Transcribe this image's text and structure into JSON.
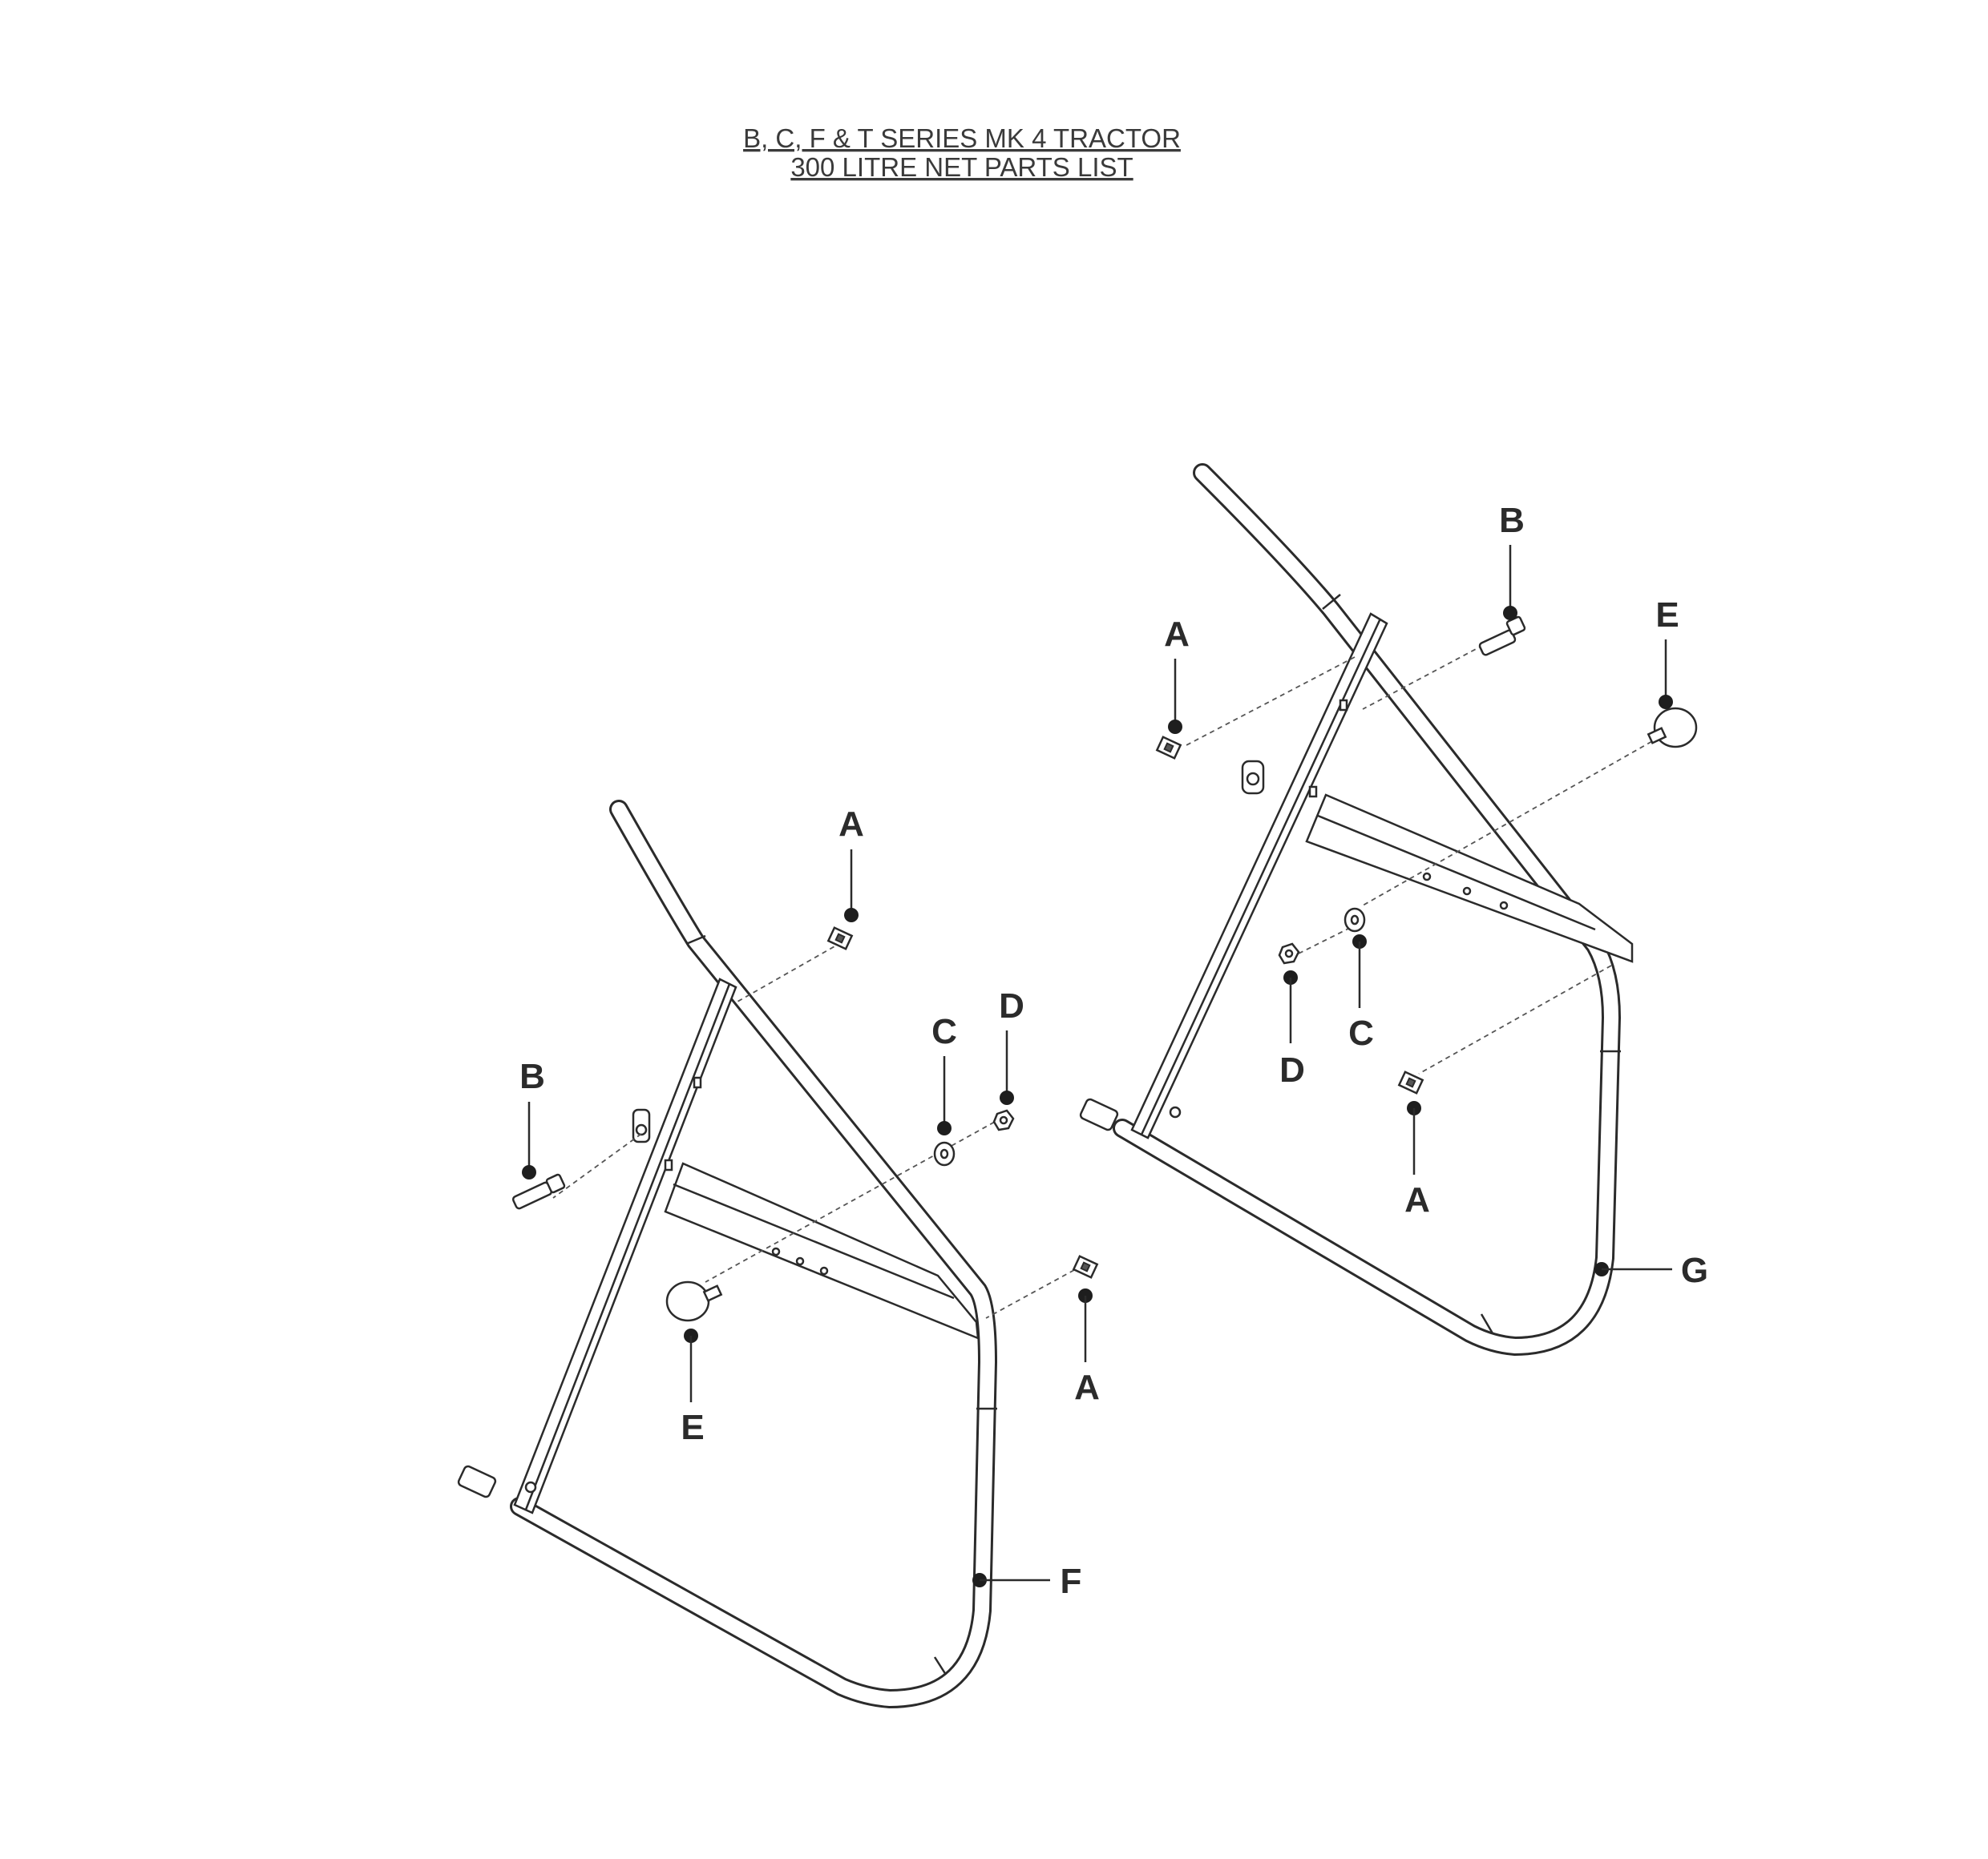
{
  "title": {
    "line1": "B, C, F & T SERIES MK 4 TRACTOR",
    "line2": "300 LITRE NET PARTS LIST"
  },
  "callouts": {
    "left_frame": {
      "a_top": "A",
      "b": "B",
      "c": "C",
      "d": "D",
      "e": "E",
      "a_right": "A",
      "f": "F"
    },
    "right_frame": {
      "b": "B",
      "a_top": "A",
      "e": "E",
      "c": "C",
      "d": "D",
      "a_bottom": "A",
      "g": "G"
    }
  }
}
